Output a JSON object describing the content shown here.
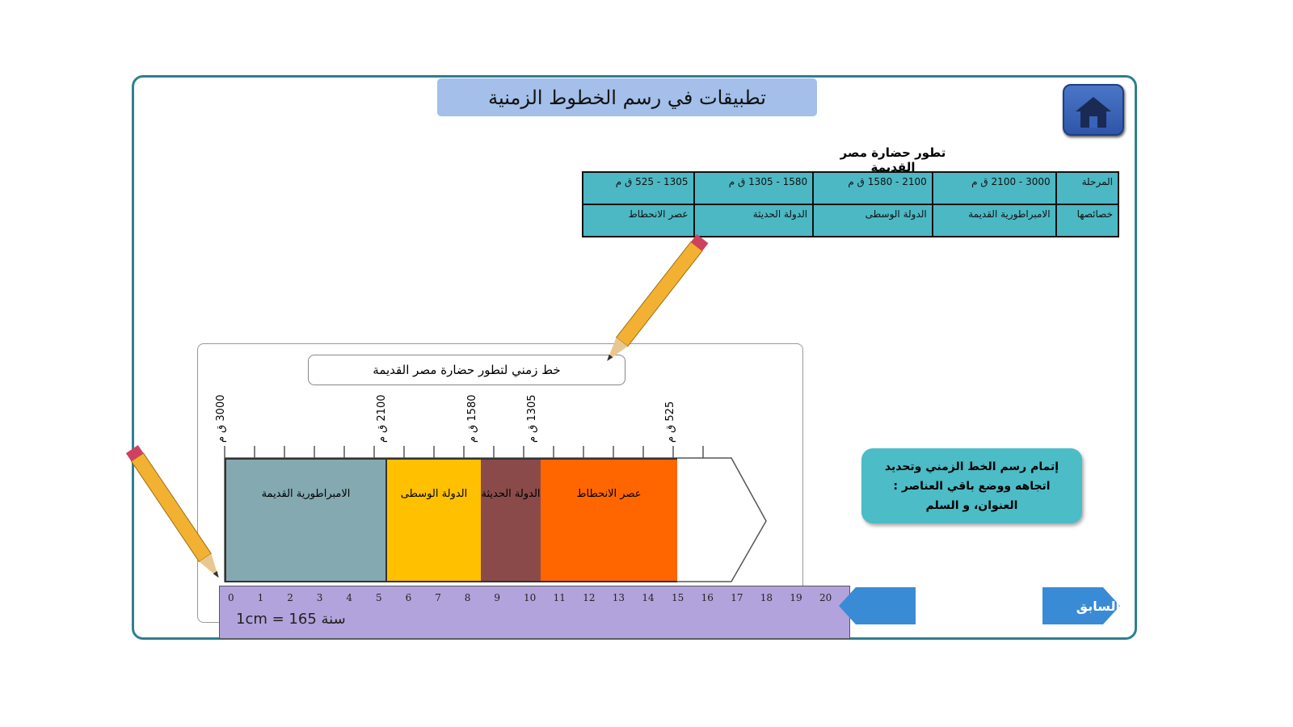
{
  "title": "تطبيقات في رسم الخطوط الزمنية",
  "table": {
    "caption": "تطور حضارة مصر القديمة",
    "rows": [
      [
        "المرحلة",
        "3000 - 2100 ق م",
        "2100 - 1580 ق م",
        "1580 - 1305 ق م",
        "1305 - 525 ق م"
      ],
      [
        "خصائصها",
        "الامبراطورية القديمة",
        "الدولة الوسطى",
        "الدولة الحديثة",
        "عصر الانحطاط"
      ]
    ]
  },
  "timeline": {
    "title": "خط زمني لتطور حضارة مصر القديمة",
    "dates": [
      "3000 ق م",
      "2100 ق م",
      "1580 ق م",
      "1305 ق م",
      "525 ق م"
    ],
    "segments": [
      {
        "label": "الامبراطورية القديمة",
        "color": "#84a9b1"
      },
      {
        "label": "الدولة الوسطى",
        "color": "#ffc000"
      },
      {
        "label": "الدولة الحديثة",
        "color": "#8b4a4a"
      },
      {
        "label": "عصر الانحطاط",
        "color": "#ff6600"
      }
    ]
  },
  "ruler": {
    "scale": "1cm = 165 سنة",
    "numbers": [
      "0",
      "1",
      "2",
      "3",
      "4",
      "5",
      "6",
      "7",
      "8",
      "9",
      "10",
      "11",
      "12",
      "13",
      "14",
      "15",
      "16",
      "17",
      "18",
      "19",
      "20"
    ]
  },
  "note": "إتمام رسم الخط الزمني وتحديد اتجاهه ووضع باقي العناصر : العنوان، و السلم",
  "nav": {
    "prev": "السابق"
  }
}
